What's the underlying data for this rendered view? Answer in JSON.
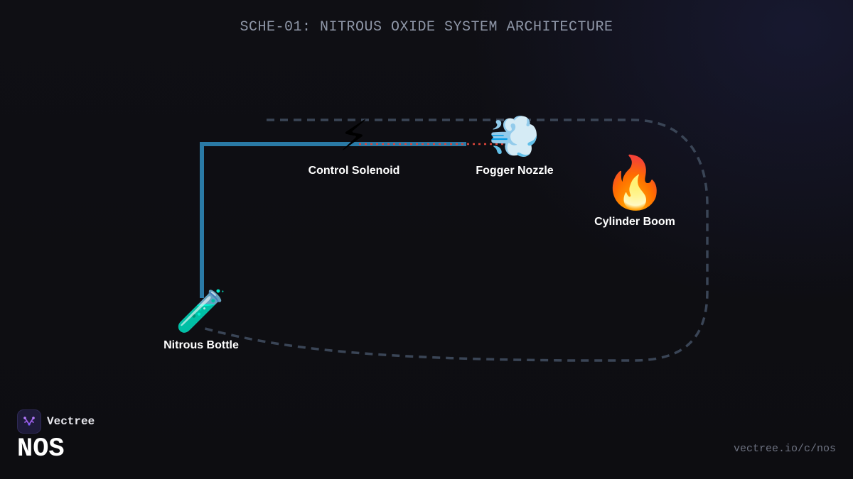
{
  "title": "SCHE-01: NITROUS OXIDE SYSTEM ARCHITECTURE",
  "nodes": [
    {
      "id": "bottle",
      "label": "Nitrous Bottle",
      "icon": "🧪",
      "icon_name": "test-tube-icon"
    },
    {
      "id": "solenoid",
      "label": "Control Solenoid",
      "icon": "⚡",
      "icon_name": "lightning-bolt-icon"
    },
    {
      "id": "nozzle",
      "label": "Fogger Nozzle",
      "icon": "💨",
      "icon_name": "gust-of-wind-icon"
    },
    {
      "id": "cylinder",
      "label": "Cylinder Boom",
      "icon": "🔥",
      "icon_name": "fire-icon"
    }
  ],
  "connections": [
    {
      "from": "bottle",
      "to": "solenoid",
      "style": "solid",
      "color": "#2a7aa6"
    },
    {
      "from": "solenoid",
      "to": "nozzle",
      "style": "dotted",
      "color": "#d9453a"
    },
    {
      "from": "nozzle",
      "to": "bottle",
      "style": "dashed",
      "color": "#3a4556",
      "via": "cylinder"
    }
  ],
  "footer": {
    "brand": "Vectree",
    "product": "NOS",
    "url": "vectree.io/c/nos"
  },
  "colors": {
    "background": "#0e0e12",
    "pipe": "#2a7aa6",
    "signal": "#d9453a",
    "loop": "#3a4556",
    "title": "#8f97a8",
    "brand_accent": "#9b5de5"
  }
}
